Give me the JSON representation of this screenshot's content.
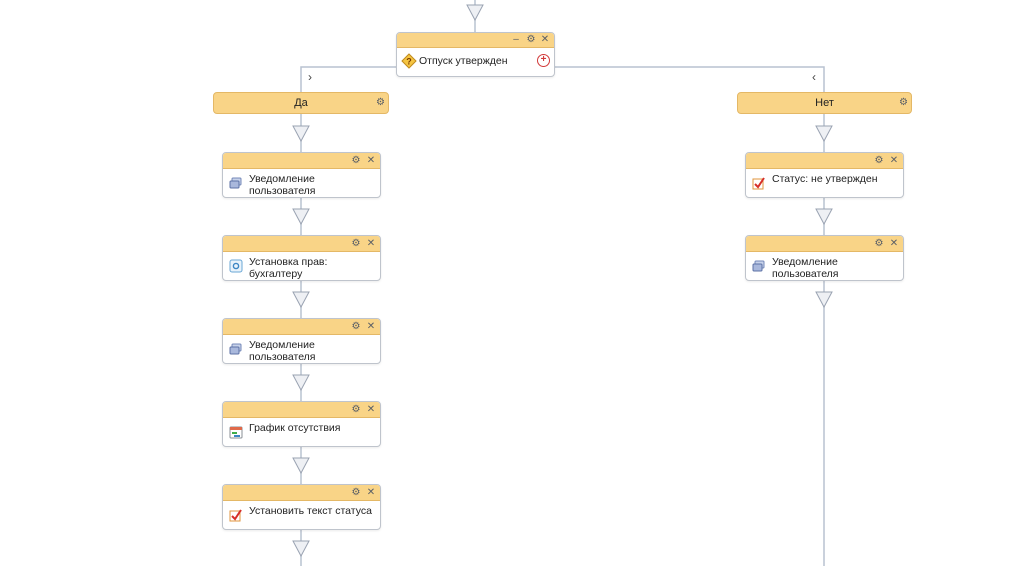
{
  "colors": {
    "header": "#f9d487",
    "header_border": "#e4b866",
    "connector": "#b9c2d0",
    "arrow_fill": "#eef0f4"
  },
  "icons": {
    "gear": "gear-icon",
    "close": "close-icon",
    "minimize": "minimize-icon",
    "add": "add-icon"
  },
  "glyphs": {
    "gear": "⚙",
    "close": "✕",
    "minimize": "–",
    "plus": "+",
    "chev_right": "›",
    "chev_left": "‹"
  },
  "condition": {
    "title": "Отпуск утвержден"
  },
  "branches": {
    "yes_label": "Да",
    "no_label": "Нет"
  },
  "left_steps": [
    {
      "text": "Уведомление\nпользователя",
      "icon": "notification-icon"
    },
    {
      "text": "Установка прав:\nбухгалтеру",
      "icon": "permissions-icon"
    },
    {
      "text": "Уведомление\nпользователя",
      "icon": "notification-icon"
    },
    {
      "text": "График отсутствия",
      "icon": "calendar-icon"
    },
    {
      "text": "Установить текст статуса",
      "icon": "status-check-icon"
    }
  ],
  "right_steps": [
    {
      "text": "Статус: не утвержден",
      "icon": "status-check-icon"
    },
    {
      "text": "Уведомление\nпользователя",
      "icon": "notification-icon"
    }
  ]
}
